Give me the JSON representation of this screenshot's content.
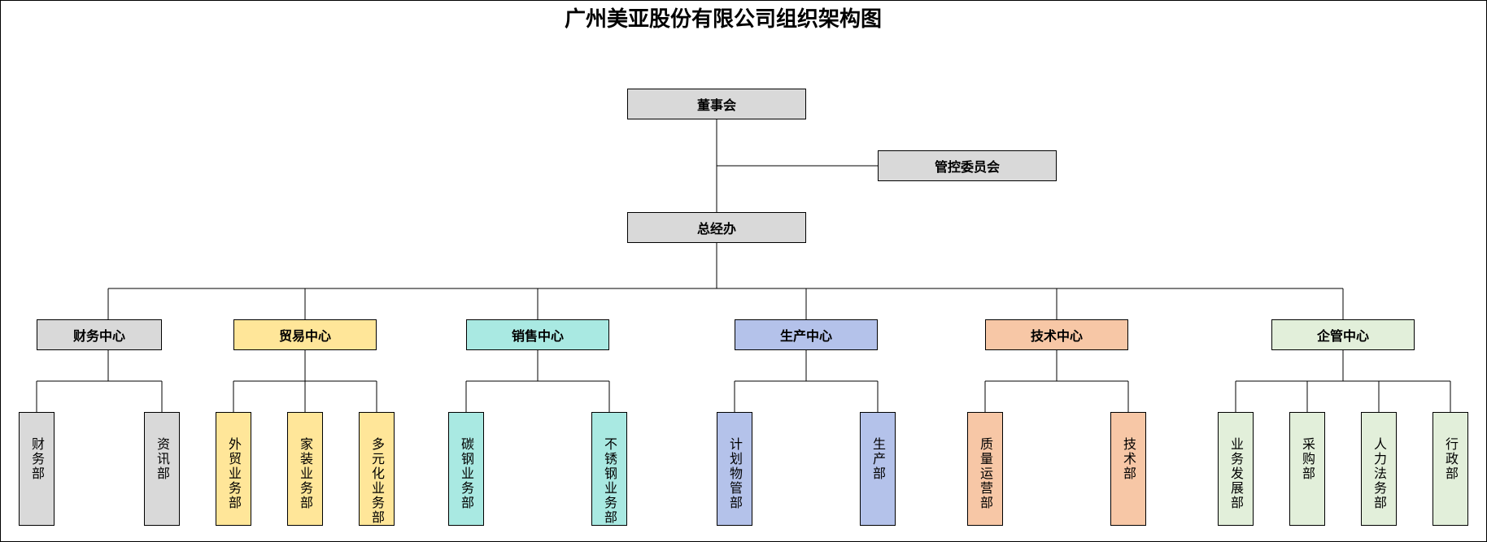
{
  "title": "广州美亚股份有限公司组织架构图",
  "top": {
    "board": "董事会",
    "committee": "管控委员会",
    "gm_office": "总经办"
  },
  "centers": [
    {
      "label": "财务中心",
      "color": "#d9d9d9",
      "departments": [
        "财务部",
        "资讯部"
      ]
    },
    {
      "label": "贸易中心",
      "color": "#ffe699",
      "departments": [
        "外贸业务部",
        "家装业务部",
        "多元化业务部"
      ]
    },
    {
      "label": "销售中心",
      "color": "#a9e9e2",
      "departments": [
        "碳钢业务部",
        "不锈钢业务部"
      ]
    },
    {
      "label": "生产中心",
      "color": "#b4c2ea",
      "departments": [
        "计划物管部",
        "生产部"
      ]
    },
    {
      "label": "技术中心",
      "color": "#f7c7a6",
      "departments": [
        "质量运营部",
        "技术部"
      ]
    },
    {
      "label": "企管中心",
      "color": "#e2efda",
      "departments": [
        "业务发展部",
        "采购部",
        "人力法务部",
        "行政部"
      ]
    }
  ]
}
